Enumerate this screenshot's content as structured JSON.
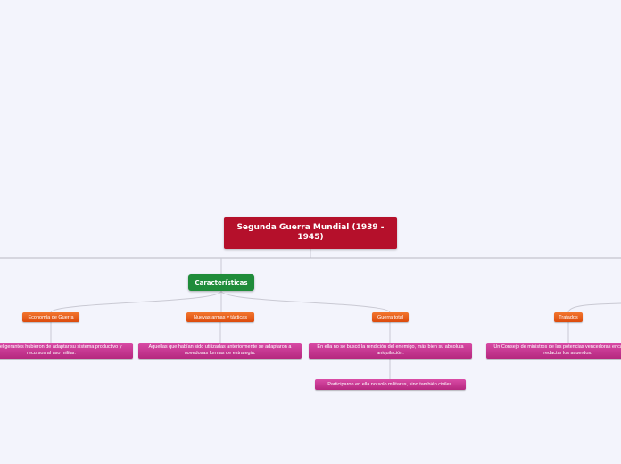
{
  "root": {
    "title": "Segunda Guerra Mundial (1939 - 1945)"
  },
  "characteristics": {
    "label": "Características"
  },
  "topics": [
    {
      "label": "Economía de Guerra",
      "detail": "Países beligerantes hubieron de adaptar su sistema productivo y recursos al uso militar."
    },
    {
      "label": "Nuevas armas y tácticas",
      "detail": "Aquellas que habían sido utilizadas anteriormente se adaptaron a novedosas formas de estrategia."
    },
    {
      "label": "Guerra total",
      "detail": "En ella no se buscó la rendición del enemigo, más bien su absoluta aniquilación.",
      "detail2": "Participaron en ella no solo militares, sino también civiles."
    },
    {
      "label": "Tratados",
      "detail": "Un Consejo de ministros de las potencias vencedoras encargado de redactar los acuerdos."
    }
  ],
  "colors": {
    "background": "#f3f4fc",
    "root": "#b5102b",
    "characteristics": "#1f8c3a",
    "topic": "#e8591a",
    "detail": "#c7318e",
    "connector": "#c9c9d3"
  }
}
